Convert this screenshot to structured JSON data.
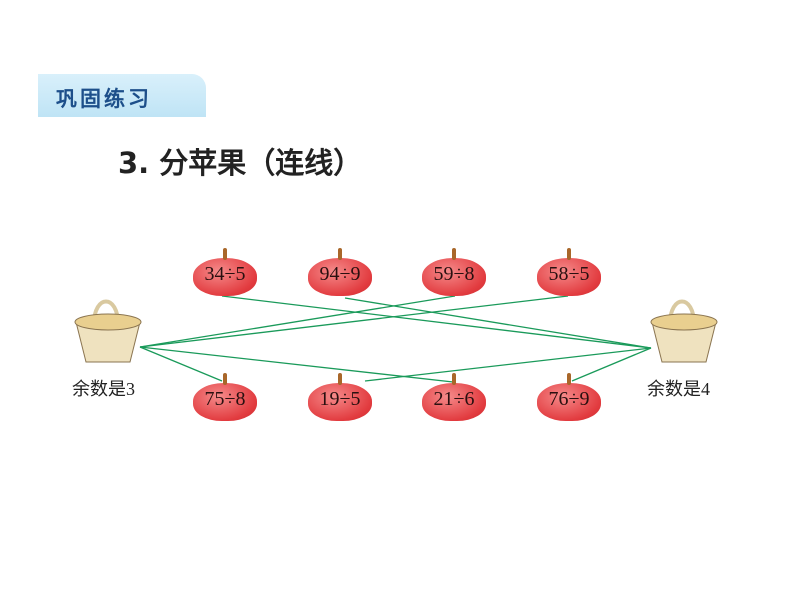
{
  "section_tag": "巩固练习",
  "title": "3. 分苹果（连线）",
  "baskets": {
    "left": "余数是3",
    "right": "余数是4"
  },
  "apples_top": [
    "34÷5",
    "94÷9",
    "59÷8",
    "58÷5"
  ],
  "apples_bottom": [
    "75÷8",
    "19÷5",
    "21÷6",
    "76÷9"
  ],
  "line_color": "#1a9a5a"
}
